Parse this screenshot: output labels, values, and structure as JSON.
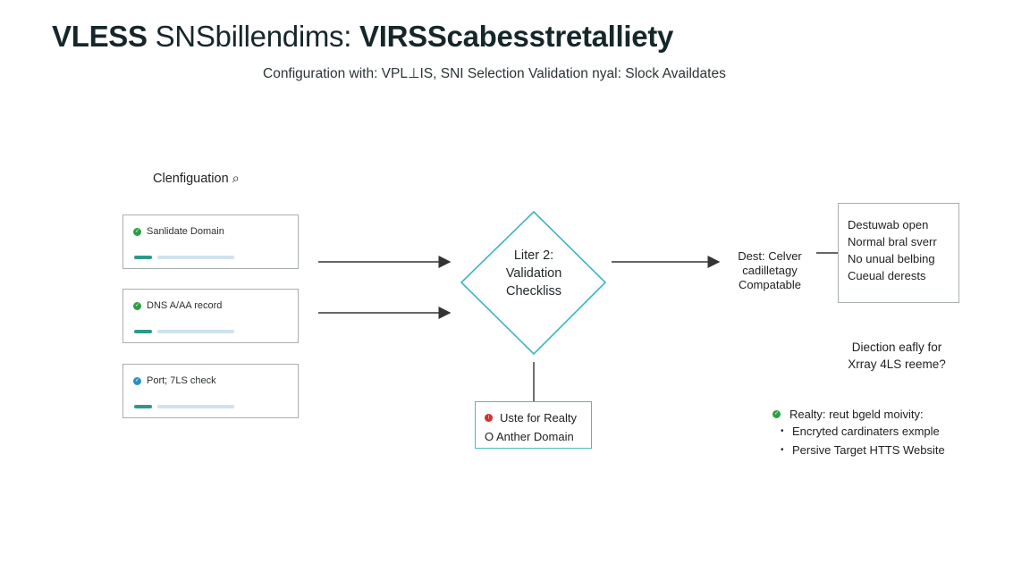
{
  "header": {
    "title_bold": "VLESS",
    "title_thin": "SNSbillendims: ",
    "title_bold2": "VIRSScabesstretalliety",
    "subtitle": "Configuration with: VPL⊥IS, SNI Selection Validation nyal: Slock Availdates"
  },
  "left_panel": {
    "label": "Clenfiguation ⌕",
    "cards": [
      {
        "label": "Sanlidate Domain",
        "status": "green"
      },
      {
        "label": "DNS A/AA record",
        "status": "green"
      },
      {
        "label": "Port; 7LS check",
        "status": "blue"
      }
    ]
  },
  "diamond": {
    "line1": "Liter 2:",
    "line2": "Validation",
    "line3": "Checkliss"
  },
  "realty_box": {
    "line1": "Uste for Realty",
    "line2": "O Anther Domain"
  },
  "dest_label": {
    "line1": "Dest: Celver",
    "line2": "cadilletagy",
    "line3": "Compatable"
  },
  "dest_box": {
    "line1": "Destuwab open",
    "line2": "Normal bral sverr",
    "line3": "No unual belbing",
    "line4": "Cueual derests"
  },
  "direction": {
    "line1": "Diection eafly for",
    "line2": "Xrray 4LS reeme?"
  },
  "realty_list": {
    "title": "Realty: reut bgeld moivity:",
    "items": [
      "Encryted cardinaters exmple",
      "Persive Target HTTS Website"
    ]
  },
  "colors": {
    "accent_teal": "#2a9a8c",
    "diamond_stroke": "#3cb4c4",
    "ok_green": "#2ea043",
    "info_blue": "#2a8fc7",
    "warn_red": "#d03030"
  }
}
